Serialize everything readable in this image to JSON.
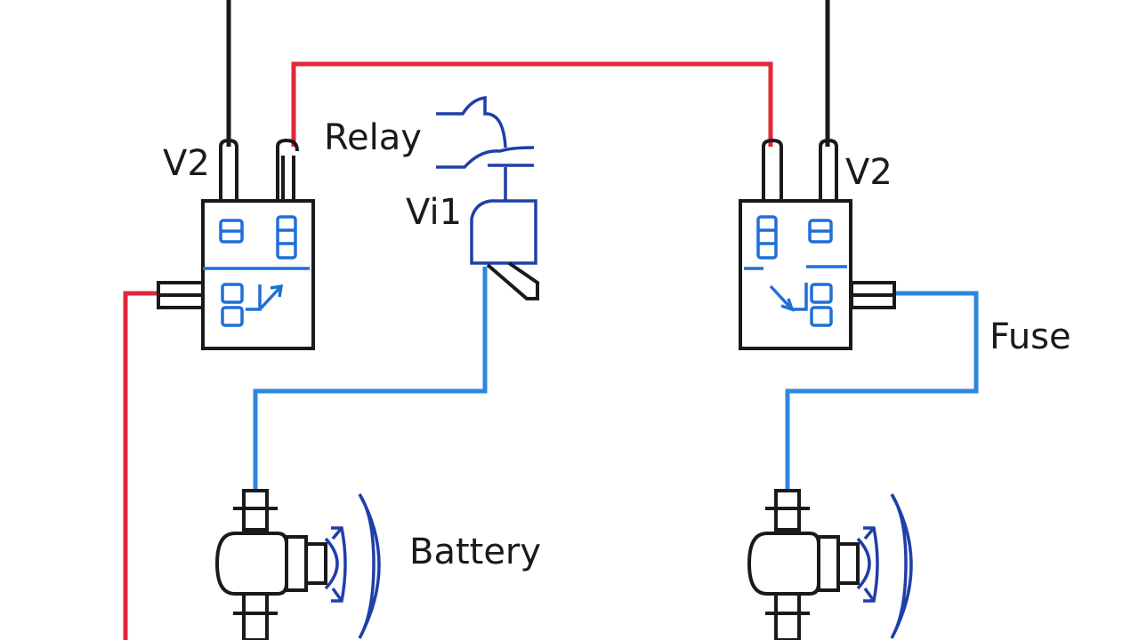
{
  "labels": {
    "left_module": "V2",
    "right_module": "V2",
    "relay": "Relay",
    "relay_input": "Vi1",
    "fuse": "Fuse",
    "battery": "Battery"
  },
  "colors": {
    "positive_wire": "#e0283a",
    "signal_wire": "#2e86e0",
    "ground_wire": "#1a1a1a",
    "component_outline": "#1a1a1a",
    "component_detail": "#1f3fa8"
  }
}
